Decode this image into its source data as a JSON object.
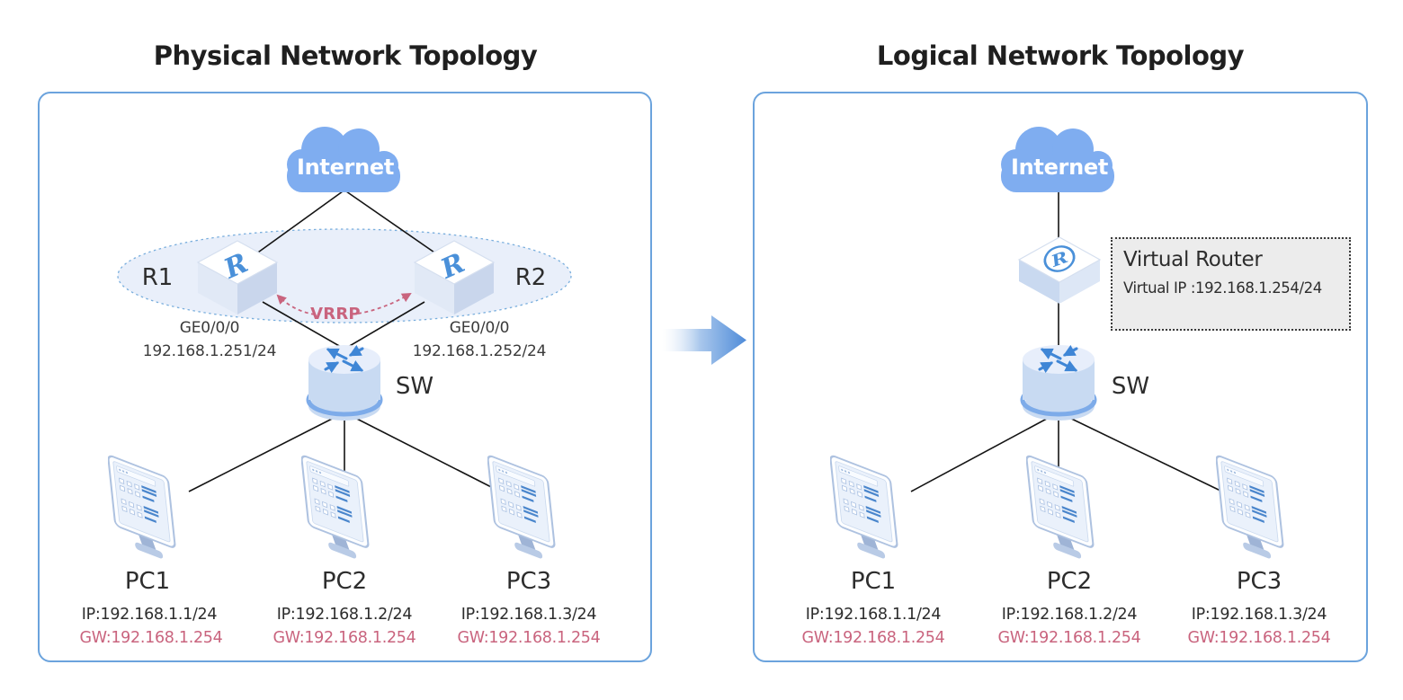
{
  "titles": {
    "left": "Physical Network Topology",
    "right": "Logical Network Topology"
  },
  "colors": {
    "accent": "#4a90d9",
    "rose": "#c9647e",
    "panel_border": "#6ba3dd",
    "cloud": "#7fadf0",
    "line": "#141414",
    "vr_box_bg": "#ececec"
  },
  "icons": {
    "router_glyph": "R",
    "internet": "cloud-icon",
    "switch": "cylinder-with-arrows-icon",
    "pc": "monitor-icon",
    "virtual_router": "cube-circled-r-icon",
    "transform": "right-arrow-icon"
  },
  "left": {
    "internet": "Internet",
    "r1": {
      "name": "R1",
      "iface": "GE0/0/0",
      "ip": "192.168.1.251/24"
    },
    "r2": {
      "name": "R2",
      "iface": "GE0/0/0",
      "ip": "192.168.1.252/24"
    },
    "vrrp": "VRRP",
    "switch": "SW",
    "pcs": [
      {
        "name": "PC1",
        "ip": "IP:192.168.1.1/24",
        "gw": "GW:192.168.1.254"
      },
      {
        "name": "PC2",
        "ip": "IP:192.168.1.2/24",
        "gw": "GW:192.168.1.254"
      },
      {
        "name": "PC3",
        "ip": "IP:192.168.1.3/24",
        "gw": "GW:192.168.1.254"
      }
    ]
  },
  "right": {
    "internet": "Internet",
    "virtual_router": {
      "title": "Virtual Router",
      "ip": "Virtual IP :192.168.1.254/24"
    },
    "switch": "SW",
    "pcs": [
      {
        "name": "PC1",
        "ip": "IP:192.168.1.1/24",
        "gw": "GW:192.168.1.254"
      },
      {
        "name": "PC2",
        "ip": "IP:192.168.1.2/24",
        "gw": "GW:192.168.1.254"
      },
      {
        "name": "PC3",
        "ip": "IP:192.168.1.3/24",
        "gw": "GW:192.168.1.254"
      }
    ]
  }
}
